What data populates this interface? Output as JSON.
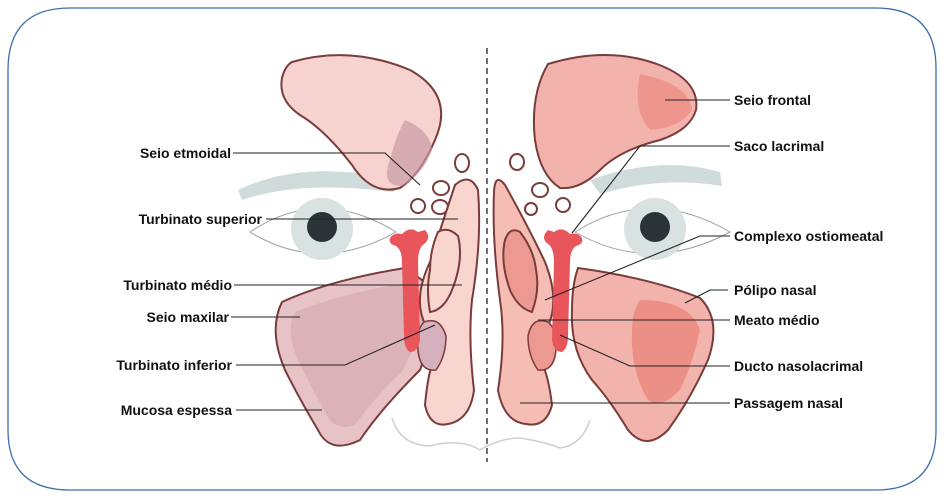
{
  "colors": {
    "frame_border": "#3d6fb0",
    "tissue_outline": "#7a3b3b",
    "left_sinus_fill": "#e7c3c7",
    "left_sinus_dark": "#c99aa4",
    "right_sinus_fill": "#f3b3ad",
    "right_sinus_dark": "#ec8f86",
    "tissue_fill": "#f8d5cf",
    "duct_red": "#e8555a",
    "eyebrow": "#cfdcdb",
    "iris": "#cfdad9",
    "pupil": "#2b3336",
    "midline": "#333333",
    "nose_outline": "#cfcfcf"
  },
  "labels": {
    "left": [
      {
        "id": "seio-etmoidal",
        "text": "Seio etmoidal"
      },
      {
        "id": "turbinato-superior",
        "text": "Turbinato superior"
      },
      {
        "id": "turbinato-medio",
        "text": "Turbinato médio"
      },
      {
        "id": "seio-maxilar",
        "text": "Seio maxilar"
      },
      {
        "id": "turbinato-inferior",
        "text": "Turbinato inferior"
      },
      {
        "id": "mucosa-espessa",
        "text": "Mucosa espessa"
      }
    ],
    "right": [
      {
        "id": "seio-frontal",
        "text": "Seio frontal"
      },
      {
        "id": "saco-lacrimal",
        "text": "Saco lacrimal"
      },
      {
        "id": "complexo-ostiomeatal",
        "text": "Complexo ostiomeatal"
      },
      {
        "id": "polipo-nasal",
        "text": "Pólipo nasal"
      },
      {
        "id": "meato-medio",
        "text": "Meato médio"
      },
      {
        "id": "ducto-nasolacrimal",
        "text": "Ducto nasolacrimal"
      },
      {
        "id": "passagem-nasal",
        "text": "Passagem nasal"
      }
    ]
  }
}
